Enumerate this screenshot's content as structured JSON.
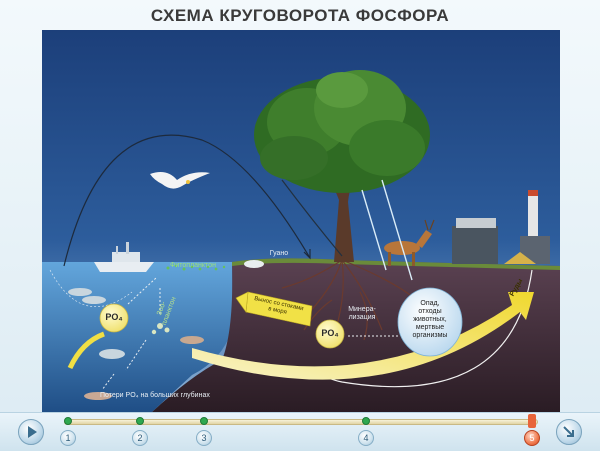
{
  "title": "СХЕМА КРУГОВОРОТА ФОСФОРА",
  "labels": {
    "phytoplankton": "Фитопланктон",
    "guano": "Гуано",
    "zooplankton": "Зоо-\nпланктон",
    "po4_left": "PO₄",
    "po4_right": "PO₄",
    "mineralization": "Минера-\nлизация",
    "litter": "Опад,\nотходы\nживотных,\nмертвые\nорганизмы",
    "ores": "Руды",
    "export_to_sea": "Вынос со стоками\nв моря",
    "losses_deep": "Потери PO₄ на больших глубинах"
  },
  "player": {
    "steps": [
      "1",
      "2",
      "3",
      "4",
      "5"
    ],
    "active_step": "5"
  },
  "colors": {
    "sky_top": "#1c3f7a",
    "sky_bottom": "#8fb4d8",
    "water": "#3f78b8",
    "soil": "#3a2731",
    "tree": "#3f7a2c",
    "arrow_yellow": "#f3e44a",
    "active_step": "#e8643a"
  },
  "icons": [
    "play-icon",
    "next-icon",
    "seagull-icon",
    "ship-icon",
    "deer-icon",
    "factory-icon",
    "fish-icon",
    "tree-icon"
  ]
}
